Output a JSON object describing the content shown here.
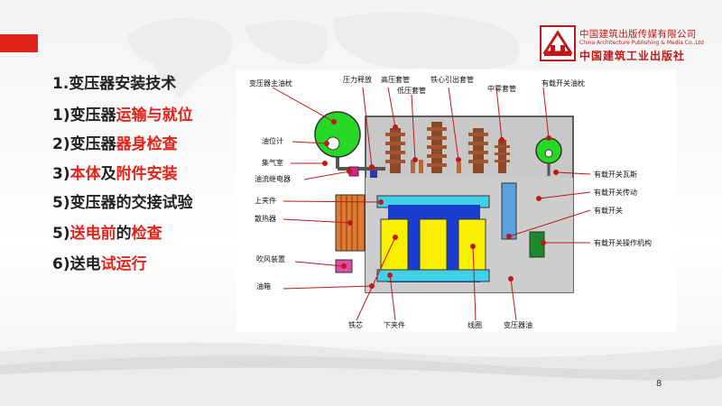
{
  "publisher": {
    "name_cn": "中国建筑出版传媒有限公司",
    "name_en": "China Architecture Publishing & Media Co.,Ltd",
    "name_cn_calligraphy": "中国建筑工业出版社"
  },
  "outline": [
    {
      "parts": [
        {
          "text": "1.变压器安装技术",
          "red": false
        }
      ]
    },
    {
      "parts": [
        {
          "text": "1)变压器",
          "red": false
        },
        {
          "text": "运输与就位",
          "red": true
        }
      ]
    },
    {
      "parts": [
        {
          "text": "2)变压器",
          "red": false
        },
        {
          "text": "器身检查",
          "red": true
        }
      ]
    },
    {
      "parts": [
        {
          "text": "3)",
          "red": false
        },
        {
          "text": "本体",
          "red": true
        },
        {
          "text": "及",
          "red": false
        },
        {
          "text": "附件安装",
          "red": true
        }
      ]
    },
    {
      "parts": [
        {
          "text": "5)变压器的交接试验",
          "red": false
        }
      ]
    },
    {
      "parts": [
        {
          "text": "5)",
          "red": false
        },
        {
          "text": "送电前",
          "red": true
        },
        {
          "text": "的",
          "red": false
        },
        {
          "text": "检查",
          "red": true
        }
      ]
    },
    {
      "parts": [
        {
          "text": "6)送电",
          "red": false
        },
        {
          "text": "试运行",
          "red": true
        }
      ]
    }
  ],
  "diagram": {
    "labels": {
      "main_conservator": "变压器主油枕",
      "pressure_relief": "压力释放",
      "hv_bushing": "高压套管",
      "lv_bushing": "低压套管",
      "core_lead_bushing": "铁心引出套管",
      "neutral_bushing": "中零套管",
      "oltc_conservator": "有载开关油枕",
      "oil_gauge": "油位计",
      "breather": "集气室",
      "gas_relay": "油流继电器",
      "upper_clamp": "上夹件",
      "radiator": "散热器",
      "blower": "吹风装置",
      "oil_tank": "油箱",
      "core": "铁芯",
      "lower_clamp": "下夹件",
      "winding": "线圈",
      "transformer_oil": "变压器油",
      "oltc_rupture": "有载开关瓦斯",
      "oltc_drive": "有载开关传动",
      "oltc": "有载开关",
      "oltc_mechanism": "有载开关操作机构"
    }
  },
  "page_number": "8"
}
